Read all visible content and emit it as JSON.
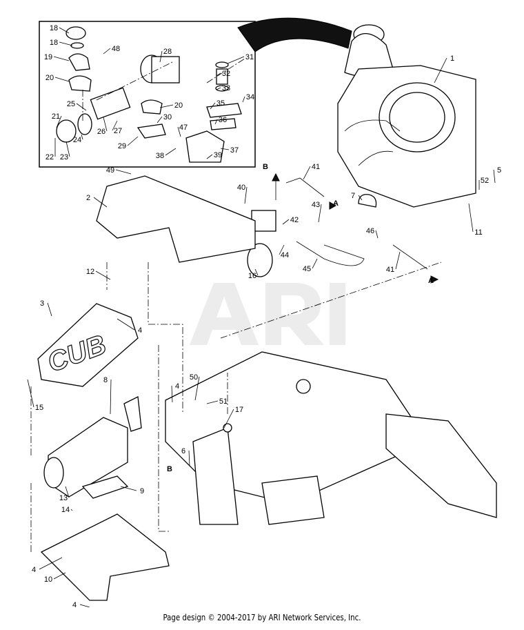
{
  "diagram": {
    "watermark": "ARI",
    "logo_text": "CUB",
    "inset_callouts": [
      "18",
      "18",
      "48",
      "19",
      "28",
      "31",
      "32",
      "20",
      "33",
      "34",
      "25",
      "35",
      "20",
      "21",
      "30",
      "47",
      "36",
      "26",
      "27",
      "24",
      "29",
      "37",
      "22",
      "23",
      "38",
      "39"
    ],
    "main_callouts": [
      "1",
      "49",
      "2",
      "41",
      "B",
      "40",
      "A",
      "7",
      "42",
      "43",
      "52",
      "5",
      "11",
      "46",
      "44",
      "16",
      "45",
      "41",
      "A",
      "12",
      "3",
      "4",
      "8",
      "15",
      "50",
      "4",
      "51",
      "17",
      "B",
      "6",
      "13",
      "9",
      "14",
      "4",
      "10",
      "4"
    ]
  },
  "footer": {
    "text": "Page design © 2004-2017 by ARI Network Services, Inc."
  }
}
